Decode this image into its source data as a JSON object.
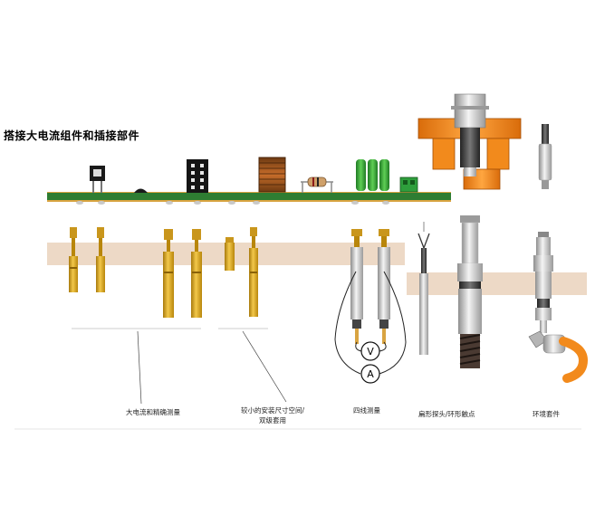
{
  "title": "搭接大电流组件和插接部件",
  "captions": {
    "high_current": "大电流和精确测量",
    "fine_pitch_line1": "较小的安装尺寸空间/",
    "fine_pitch_line2": "双级套用",
    "four_wire": "四线测量",
    "blade_tip": "扁形探头/环形触点",
    "coax": "环境套件"
  },
  "meters": {
    "voltmeter": "V",
    "ammeter": "A"
  },
  "colors": {
    "pcb": "#2e7d32",
    "pcb_edge": "#d9a441",
    "fixture_plate": "#edd9c6",
    "probe_brass": "#e0ad1c",
    "orange_block": "#f28a1c"
  }
}
